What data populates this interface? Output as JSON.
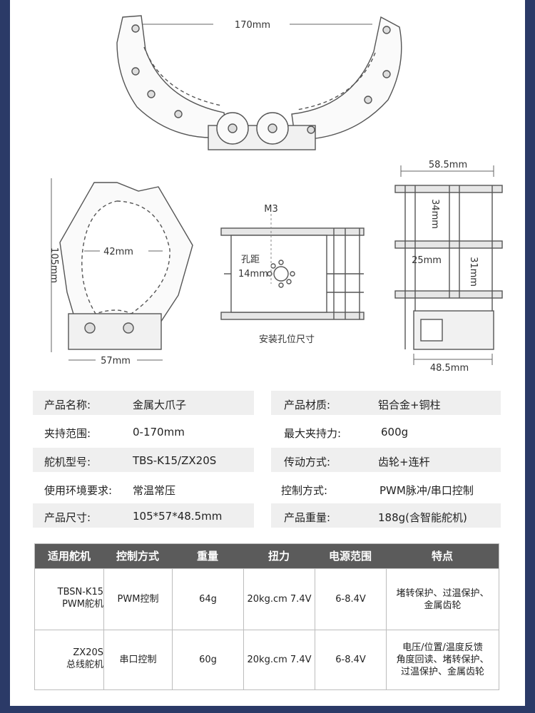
{
  "diagrams": {
    "top_width": "170mm",
    "side_height": "105mm",
    "side_inner": "42mm",
    "side_width": "57mm",
    "m3": "M3",
    "hole_label_1": "孔距",
    "hole_label_2": "14mm",
    "mount_caption": "安装孔位尺寸",
    "right_top": "58.5mm",
    "right_v1": "34mm",
    "right_h": "25mm",
    "right_v2": "31mm",
    "right_bottom": "48.5mm",
    "line_color": "#555555"
  },
  "specs": [
    {
      "label": "产品名称:",
      "value": "金属大爪子",
      "label2": "产品材质:",
      "value2": "铝合金+铜柱"
    },
    {
      "label": "夹持范围:",
      "value": "0-170mm",
      "label2": "最大夹持力:",
      "value2": "600g"
    },
    {
      "label": "舵机型号:",
      "value": "TBS-K15/ZX20S",
      "label2": "传动方式:",
      "value2": "齿轮+连杆"
    },
    {
      "label": "使用环境要求:",
      "value": "常温常压",
      "label2": "控制方式:",
      "value2": "PWM脉冲/串口控制"
    },
    {
      "label": "产品尺寸:",
      "value": "105*57*48.5mm",
      "label2": "产品重量:",
      "value2": "188g(含智能舵机)"
    }
  ],
  "table": {
    "headers": [
      "适用舵机",
      "控制方式",
      "重量",
      "扭力",
      "电源范围",
      "特点"
    ],
    "header_bg": "#5b5b5b",
    "rows": [
      {
        "servo_1": "TBSN-K15",
        "servo_2": "PWM舵机",
        "control": "PWM控制",
        "weight": "64g",
        "torque": "20kg.cm 7.4V",
        "power": "6-8.4V",
        "features": [
          "堵转保护、过温保护、",
          "金属齿轮"
        ]
      },
      {
        "servo_1": "ZX20S",
        "servo_2": "总线舵机",
        "control": "串口控制",
        "weight": "60g",
        "torque": "20kg.cm 7.4V",
        "power": "6-8.4V",
        "features": [
          "电压/位置/温度反馈",
          "角度回读、堵转保护、",
          "过温保护、金属齿轮"
        ]
      }
    ]
  },
  "frame_color": "#2b3a67"
}
